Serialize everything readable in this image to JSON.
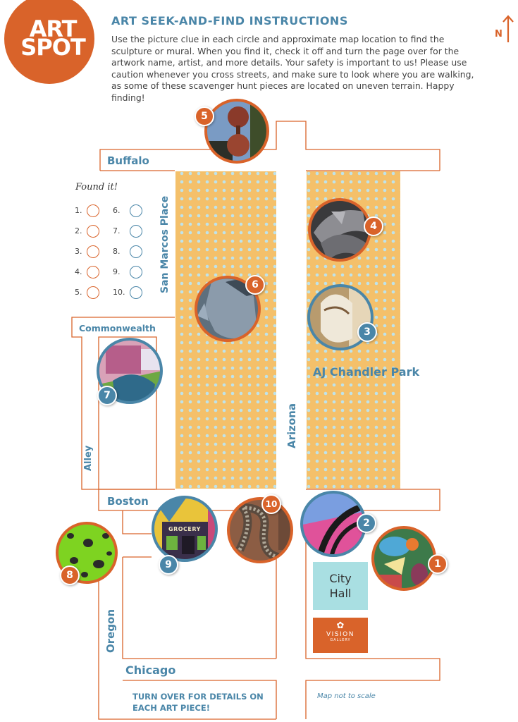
{
  "header": {
    "logo_line1": "ART",
    "logo_line2": "SPOT",
    "title": "ART SEEK-AND-FIND INSTRUCTIONS",
    "instructions": "Use the picture clue in each circle and approximate map location to find the sculpture or mural. When you find it, check it off and turn the page over for the artwork name, artist, and more details. Your safety is important to us! Please use caution whenever you cross streets, and make sure to look where you are walking, as some of these scavenger hunt pieces are located on uneven terrain. Happy finding!",
    "north_label": "N"
  },
  "streets": {
    "buffalo": "Buffalo",
    "san_marcos": "San Marcos Place",
    "commonwealth": "Commonwealth",
    "alley": "Alley",
    "arizona": "Arizona",
    "boston": "Boston",
    "oregon": "Oregon",
    "chicago": "Chicago"
  },
  "places": {
    "park": "AJ Chandler Park",
    "city_hall_line1": "City",
    "city_hall_line2": "Hall",
    "vision_line1": "VISION",
    "vision_line2": "GALLERY"
  },
  "checklist": {
    "title": "Found it!",
    "left": [
      "1.",
      "2.",
      "3.",
      "4.",
      "5."
    ],
    "right": [
      "6.",
      "7.",
      "8.",
      "9.",
      "10."
    ]
  },
  "markers": [
    "1",
    "2",
    "3",
    "4",
    "5",
    "6",
    "7",
    "8",
    "9",
    "10"
  ],
  "marker_9_sign": "GROCERY",
  "footer": {
    "turn_over": "TURN OVER FOR DETAILS ON EACH ART PIECE!",
    "scale_note": "Map not to scale"
  },
  "colors": {
    "orange": "#d9632a",
    "blue": "#4a86a8",
    "park_fill": "#f4c06a",
    "park_dots": "#bfe3ea",
    "city_hall": "#a9dfe2"
  }
}
